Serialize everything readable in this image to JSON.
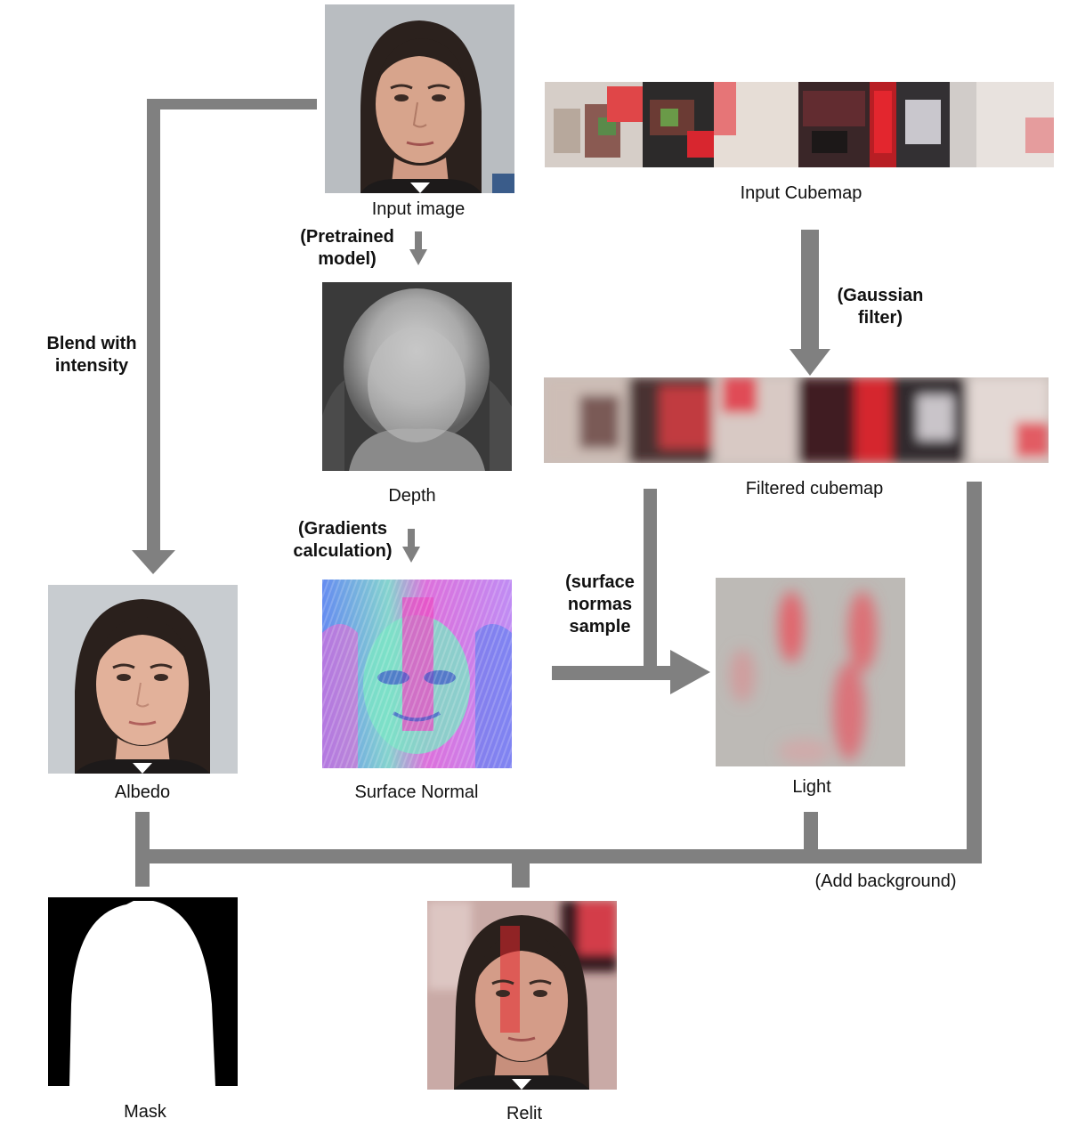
{
  "nodes": {
    "input_image": "Input image",
    "input_cubemap": "Input Cubemap",
    "depth": "Depth",
    "filtered_cubemap": "Filtered cubemap",
    "albedo": "Albedo",
    "surface_normal": "Surface Normal",
    "light": "Light",
    "mask": "Mask",
    "relit": "Relit"
  },
  "edges": {
    "pretrained": [
      "(Pretrained",
      "model)"
    ],
    "gaussian": [
      "(Gaussian",
      "filter)"
    ],
    "blend": [
      "Blend with",
      "intensity"
    ],
    "gradients": [
      "(Gradients",
      "calculation)"
    ],
    "surface_sample": [
      "(surface",
      "normas",
      "sample"
    ],
    "add_background": "(Add background)"
  },
  "colors": {
    "connector": "#808080",
    "skin": "#d9a58c",
    "hair": "#2a201c",
    "photo_bg": "#b8bcc0",
    "depth_bg": "#3a3a3a",
    "mask_bg": "#000000",
    "mask_fg": "#ffffff",
    "light_base": "#bdbab6",
    "light_red": "#e7555f",
    "accent_red": "#e3262e"
  }
}
